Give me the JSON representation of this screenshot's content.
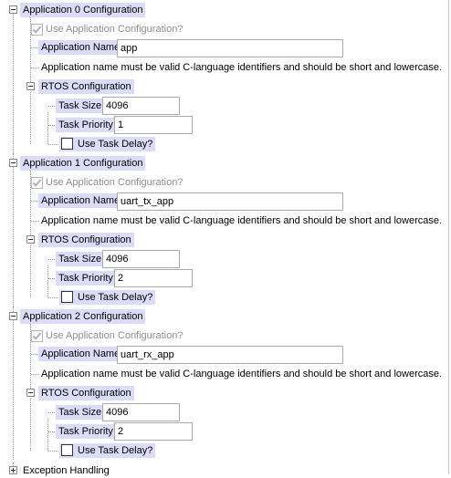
{
  "applications": [
    {
      "header": "Application 0 Configuration",
      "use_config_label": "Use Application Configuration?",
      "name_label": "Application Name",
      "name_value": "app",
      "note": "Application name must be valid C-language identifiers and should be short and lowercase.",
      "rtos_label": "RTOS Configuration",
      "task_size_label": "Task Size",
      "task_size_value": "4096",
      "task_priority_label": "Task Priority",
      "task_priority_value": "1",
      "task_delay_label": "Use Task Delay?"
    },
    {
      "header": "Application 1 Configuration",
      "use_config_label": "Use Application Configuration?",
      "name_label": "Application Name",
      "name_value": "uart_tx_app",
      "note": "Application name must be valid C-language identifiers and should be short and lowercase.",
      "rtos_label": "RTOS Configuration",
      "task_size_label": "Task Size",
      "task_size_value": "4096",
      "task_priority_label": "Task Priority",
      "task_priority_value": "2",
      "task_delay_label": "Use Task Delay?"
    },
    {
      "header": "Application 2 Configuration",
      "use_config_label": "Use Application Configuration?",
      "name_label": "Application Name",
      "name_value": "uart_rx_app",
      "note": "Application name must be valid C-language identifiers and should be short and lowercase.",
      "rtos_label": "RTOS Configuration",
      "task_size_label": "Task Size",
      "task_size_value": "4096",
      "task_priority_label": "Task Priority",
      "task_priority_value": "2",
      "task_delay_label": "Use Task Delay?"
    }
  ],
  "exception_handling": {
    "label": "Exception Handling"
  }
}
